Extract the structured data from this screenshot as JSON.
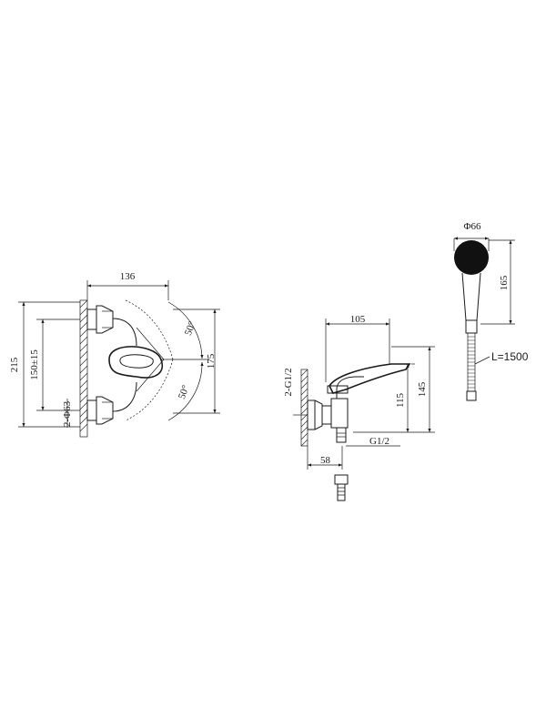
{
  "front_view": {
    "width_dim": "136",
    "height_outer_dim": "215",
    "center_distance_dim": "150±15",
    "height_inner_dim": "175",
    "angle_top": "50°",
    "angle_bottom": "50°",
    "flange_label": "2-Φ63"
  },
  "side_view": {
    "reach_dim": "105",
    "height_145": "145",
    "height_115": "115",
    "inlet_thread_label": "2-G1/2",
    "outlet_thread_label": "G1/2",
    "wall_offset_dim": "58"
  },
  "hand_shower": {
    "head_diameter": "Φ66",
    "length_dim": "165",
    "hose_length": "L=1500"
  }
}
